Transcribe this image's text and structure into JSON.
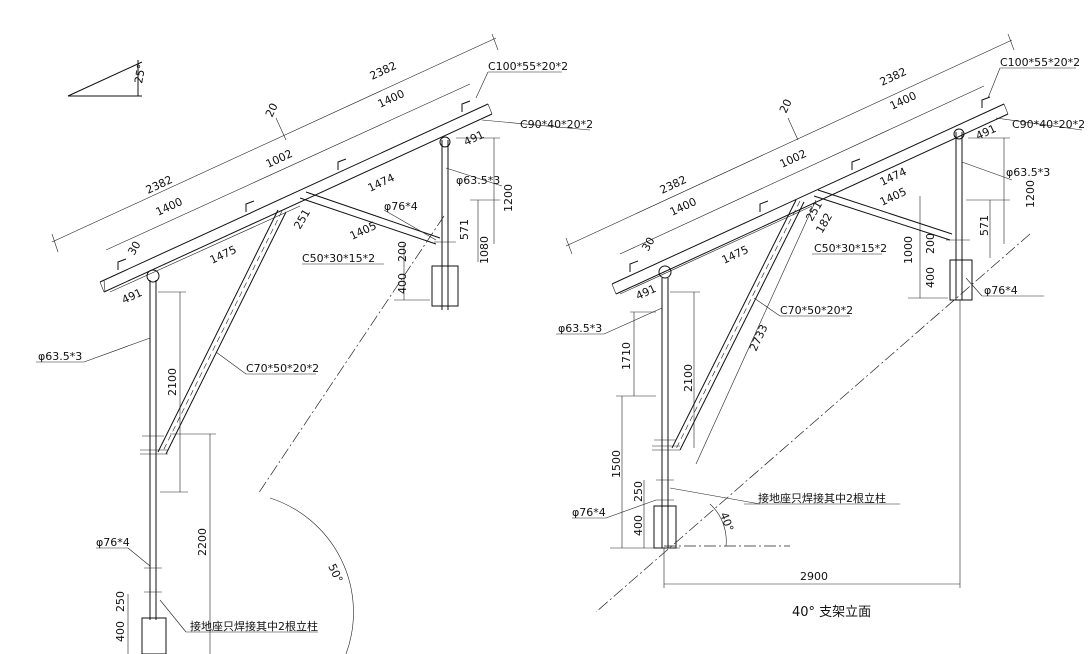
{
  "left": {
    "angle_note": "25°",
    "dims": {
      "d2382_top": "2382",
      "d20": "20",
      "d1400_top": "1400",
      "d1002": "1002",
      "d2382_left": "2382",
      "d1400_left": "1400",
      "d1474": "1474",
      "d1475": "1475",
      "d1405": "1405",
      "d491_r": "491",
      "d491_l": "491",
      "d251": "251",
      "d30": "30",
      "d1200": "1200",
      "d571": "571",
      "d1080": "1080",
      "d200": "200",
      "d400_r": "400",
      "d2100": "2100",
      "d2200": "2200",
      "d250": "250",
      "d400_l": "400",
      "angle50": "50°"
    },
    "labels": {
      "c100": "C100*55*20*2",
      "c90": "C90*40*20*2",
      "phi635_r": "φ63.5*3",
      "phi76_r": "φ76*4",
      "c50": "C50*30*15*2",
      "phi635_l": "φ63.5*3",
      "c70": "C70*50*20*2",
      "phi76_l": "φ76*4",
      "ground_note": "接地座只焊接其中2根立柱"
    }
  },
  "right": {
    "dims": {
      "d2382_top": "2382",
      "d20": "20",
      "d1400_top": "1400",
      "d1002": "1002",
      "d2382_left": "2382",
      "d1400_left": "1400",
      "d1474": "1474",
      "d1405": "1405",
      "d1475": "1475",
      "d491_r": "491",
      "d491_l": "491",
      "d251": "251",
      "d182": "182",
      "d30": "30",
      "d1200": "1200",
      "d571": "571",
      "d1000": "1000",
      "d200": "200",
      "d400_r": "400",
      "d2733": "2733",
      "d1710": "1710",
      "d2100": "2100",
      "d1500": "1500",
      "d250": "250",
      "d400_l": "400",
      "d2900": "2900",
      "angle40": "40°"
    },
    "labels": {
      "c100": "C100*55*20*2",
      "c90": "C90*40*20*2",
      "phi635_r": "φ63.5*3",
      "c50": "C50*30*15*2",
      "phi76_r": "φ76*4",
      "phi635_l": "φ63.5*3",
      "c70": "C70*50*20*2",
      "phi76_l": "φ76*4",
      "ground_note": "接地座只焊接其中2根立柱"
    },
    "title": "40° 支架立面"
  }
}
